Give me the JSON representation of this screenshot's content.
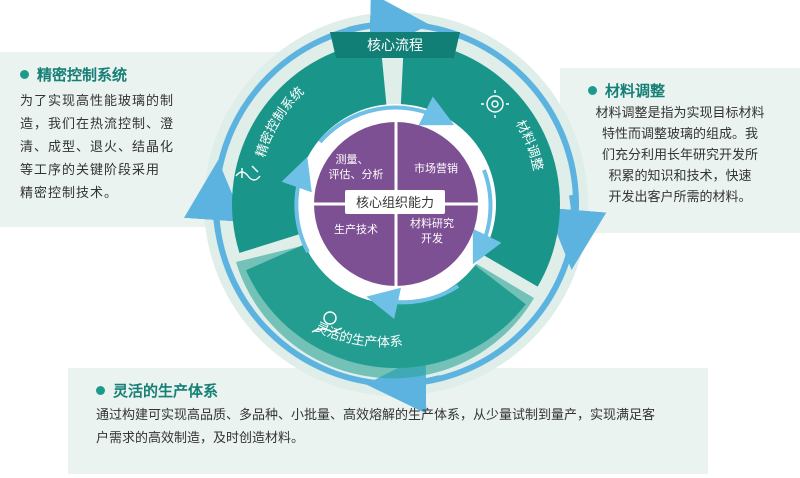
{
  "core_process": "核心流程",
  "core_capability": "核心组织能力",
  "quadrants": {
    "top_left": [
      "测量、",
      "评估、分析"
    ],
    "top_right": "市场营销",
    "bottom_left": "生产技术",
    "bottom_right": [
      "材料研究",
      "开发"
    ]
  },
  "ring_labels": {
    "precision": "精密控制系统",
    "materials": "材料调整",
    "production": "灵活的生产体系"
  },
  "left_panel": {
    "title": "精密控制系统",
    "lines": [
      "为了实现高性能玻璃的制",
      "造，我们在热流控制、澄",
      "清、成型、退火、结晶化",
      "等工序的关键阶段采用",
      "精密控制技术。"
    ]
  },
  "right_panel": {
    "title": "材料调整",
    "lines": [
      "材料调整是指为实现目标材料",
      "特性而调整玻璃的组成。我",
      "们充分利用长年研究开发所",
      "积累的知识和技术，快速",
      "开发出客户所需的材料。"
    ]
  },
  "bottom_panel": {
    "title": "灵活的生产体系",
    "lines": [
      "通过构建可实现高品质、多品种、小批量、高效熔解的生产体系，从少量试制到量产，实现满足客",
      "户需求的高效制造，及时创造材料。"
    ]
  },
  "colors": {
    "teal": "#1a958a",
    "teal_dark": "#127f76",
    "purple": "#7d4f93",
    "ring_blue": "#5cb3df",
    "panel_bg": "#eaf3ef"
  }
}
